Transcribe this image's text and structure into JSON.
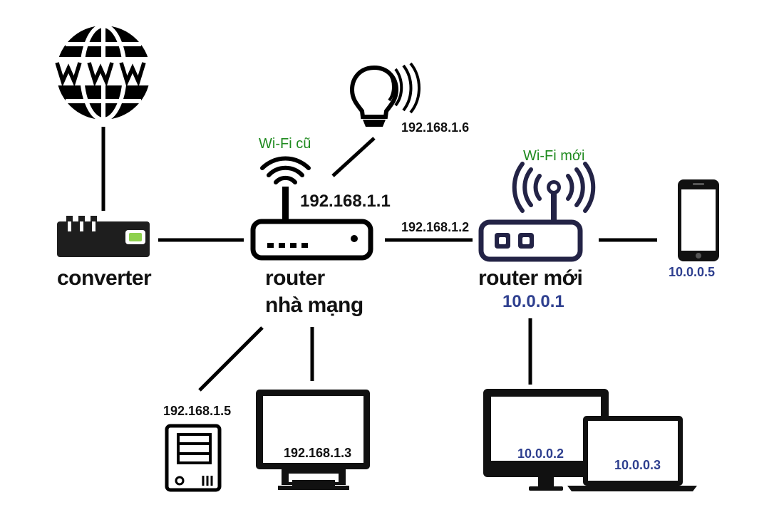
{
  "nodes": {
    "internet": {
      "label": "WWW"
    },
    "converter": {
      "label": "converter"
    },
    "isp_router": {
      "label_line1": "router",
      "label_line2": "nhà mạng",
      "wifi_label": "Wi-Fi cũ",
      "ip": "192.168.1.1"
    },
    "new_router": {
      "label": "router mới",
      "wifi_label": "Wi-Fi mới",
      "wan_ip": "192.168.1.2",
      "lan_ip": "10.0.0.1"
    },
    "bulb": {
      "ip": "192.168.1.6"
    },
    "nas": {
      "ip": "192.168.1.5"
    },
    "monitor_old": {
      "ip": "192.168.1.3"
    },
    "phone": {
      "ip": "10.0.0.5"
    },
    "desktop_new": {
      "ip": "10.0.0.2"
    },
    "laptop_new": {
      "ip": "10.0.0.3"
    }
  },
  "colors": {
    "line": "#000000",
    "wifi_green": "#1f8a1f",
    "new_router_navy": "#232346",
    "ip_blue": "#2e3f8f",
    "converter_led": "#8fd14f"
  }
}
